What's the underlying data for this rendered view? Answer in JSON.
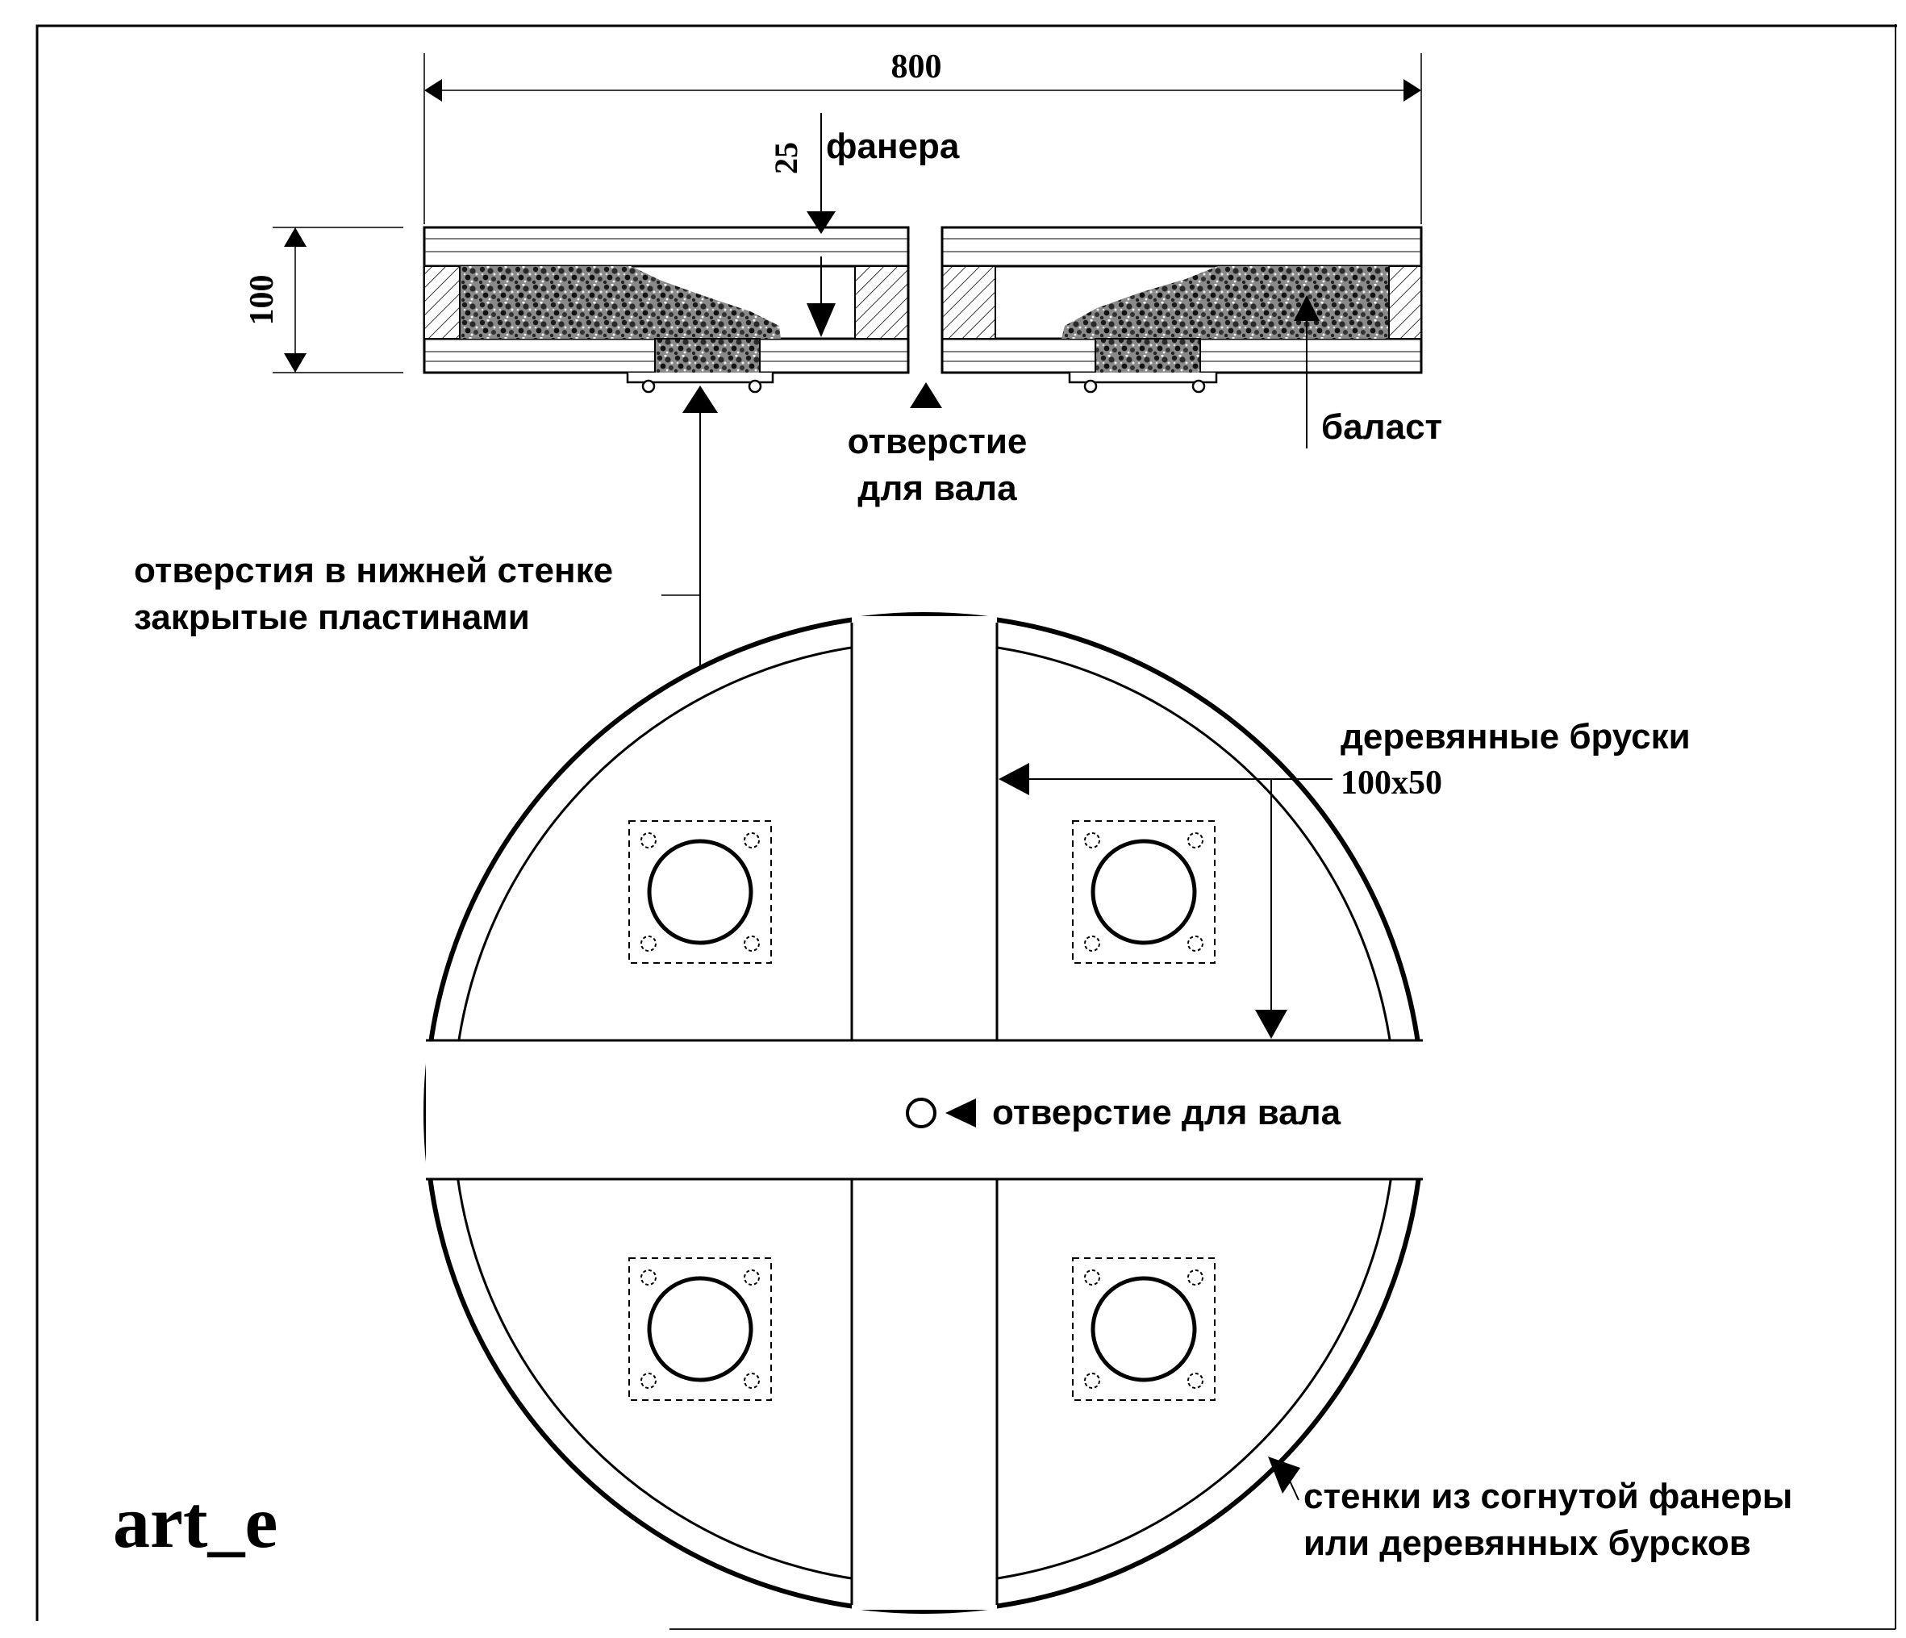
{
  "dimensions": {
    "width": "800",
    "height": "100",
    "plywood_thickness": "25"
  },
  "labels": {
    "plywood": "фанера",
    "ballast": "баласт",
    "shaft_hole_line1": "отверстие",
    "shaft_hole_line2": "для вала",
    "bottom_holes_line1": "отверстия в нижней стенке",
    "bottom_holes_line2": "закрытые пластинами",
    "wood_bars_line1": "деревянные бруски",
    "wood_bars_line2": "100x50",
    "shaft_hole_plan": "отверстие для вала",
    "walls_line1": "стенки из согнутой фанеры",
    "walls_line2": "или деревянных бурсков"
  },
  "signature": "art_e"
}
